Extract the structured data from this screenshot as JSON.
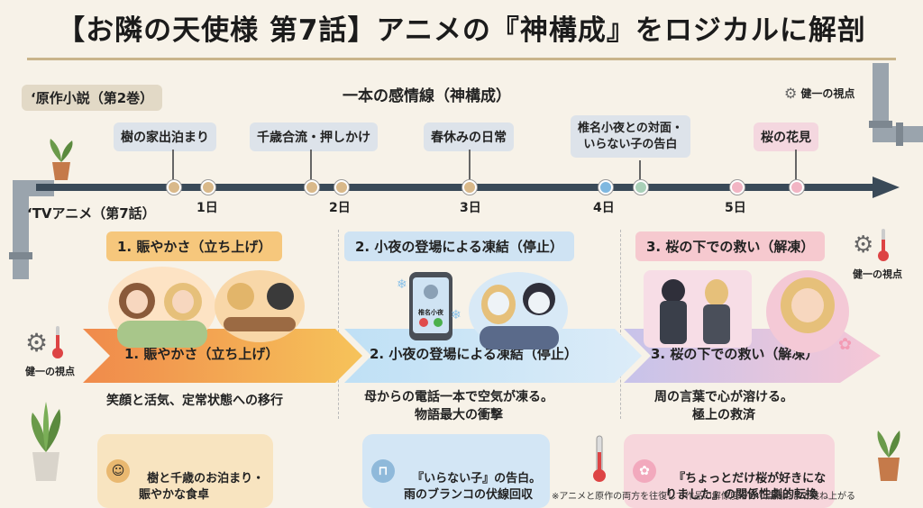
{
  "title": "【お隣の天使様 第7話】アニメの『神構成』をロジカルに解剖",
  "source_label": "‘原作小説（第2巻）",
  "center_label": "一本の感情線（神構成）",
  "pov_top": "健一の視点",
  "tv_label": "‘TVアニメ（第7話）",
  "events": [
    {
      "label": "樹の家出泊まり",
      "color": "#dde3ea"
    },
    {
      "label": "千歳合流・押しかけ",
      "color": "#dde3ea"
    },
    {
      "label": "春休みの日常",
      "color": "#dde3ea"
    },
    {
      "label": "椎名小夜との対面・\nいらない子の告白",
      "color": "#dde3ea"
    },
    {
      "label": "桜の花見",
      "color": "#f4d7df"
    }
  ],
  "days": [
    "1日",
    "2日",
    "3日",
    "4日",
    "5日"
  ],
  "phases": [
    {
      "header": "1. 賑やかさ（立ち上げ）",
      "arrow": "1. 賑やかさ（立ち上げ）",
      "desc": "笑顔と活気、定常状態への移行",
      "note": "樹と千歳のお泊まり・\n賑やかな食卓",
      "header_bg": "#f6c77c",
      "note_bg": "#f8e4c0"
    },
    {
      "header": "2. 小夜の登場による凍結（停止）",
      "arrow": "2. 小夜の登場による凍結（停止）",
      "desc": "母からの電話一本で空気が凍る。\n物語最大の衝撃",
      "note": "『いらない子』の告白。\n雨のブランコの伏線回収",
      "header_bg": "#cfe3f3",
      "note_bg": "#d3e6f5"
    },
    {
      "header": "3. 桜の下での救い（解凍）",
      "arrow": "3. 桜の下での救い（解凍）",
      "desc": "周の言葉で心が溶ける。\n極上の救済",
      "note": "『ちょっとだけ桜が好きにな\nりました』の関係性劇的転換",
      "header_bg": "#f6c9cf",
      "note_bg": "#f7d6dc"
    }
  ],
  "pov_left": "健一の視点",
  "pov_right": "健一の視点",
  "phone_label": "椎名小夜",
  "footnote": "※アニメと原作の両方を往復して作品の解像度が140点満点まで跳ね上がる"
}
